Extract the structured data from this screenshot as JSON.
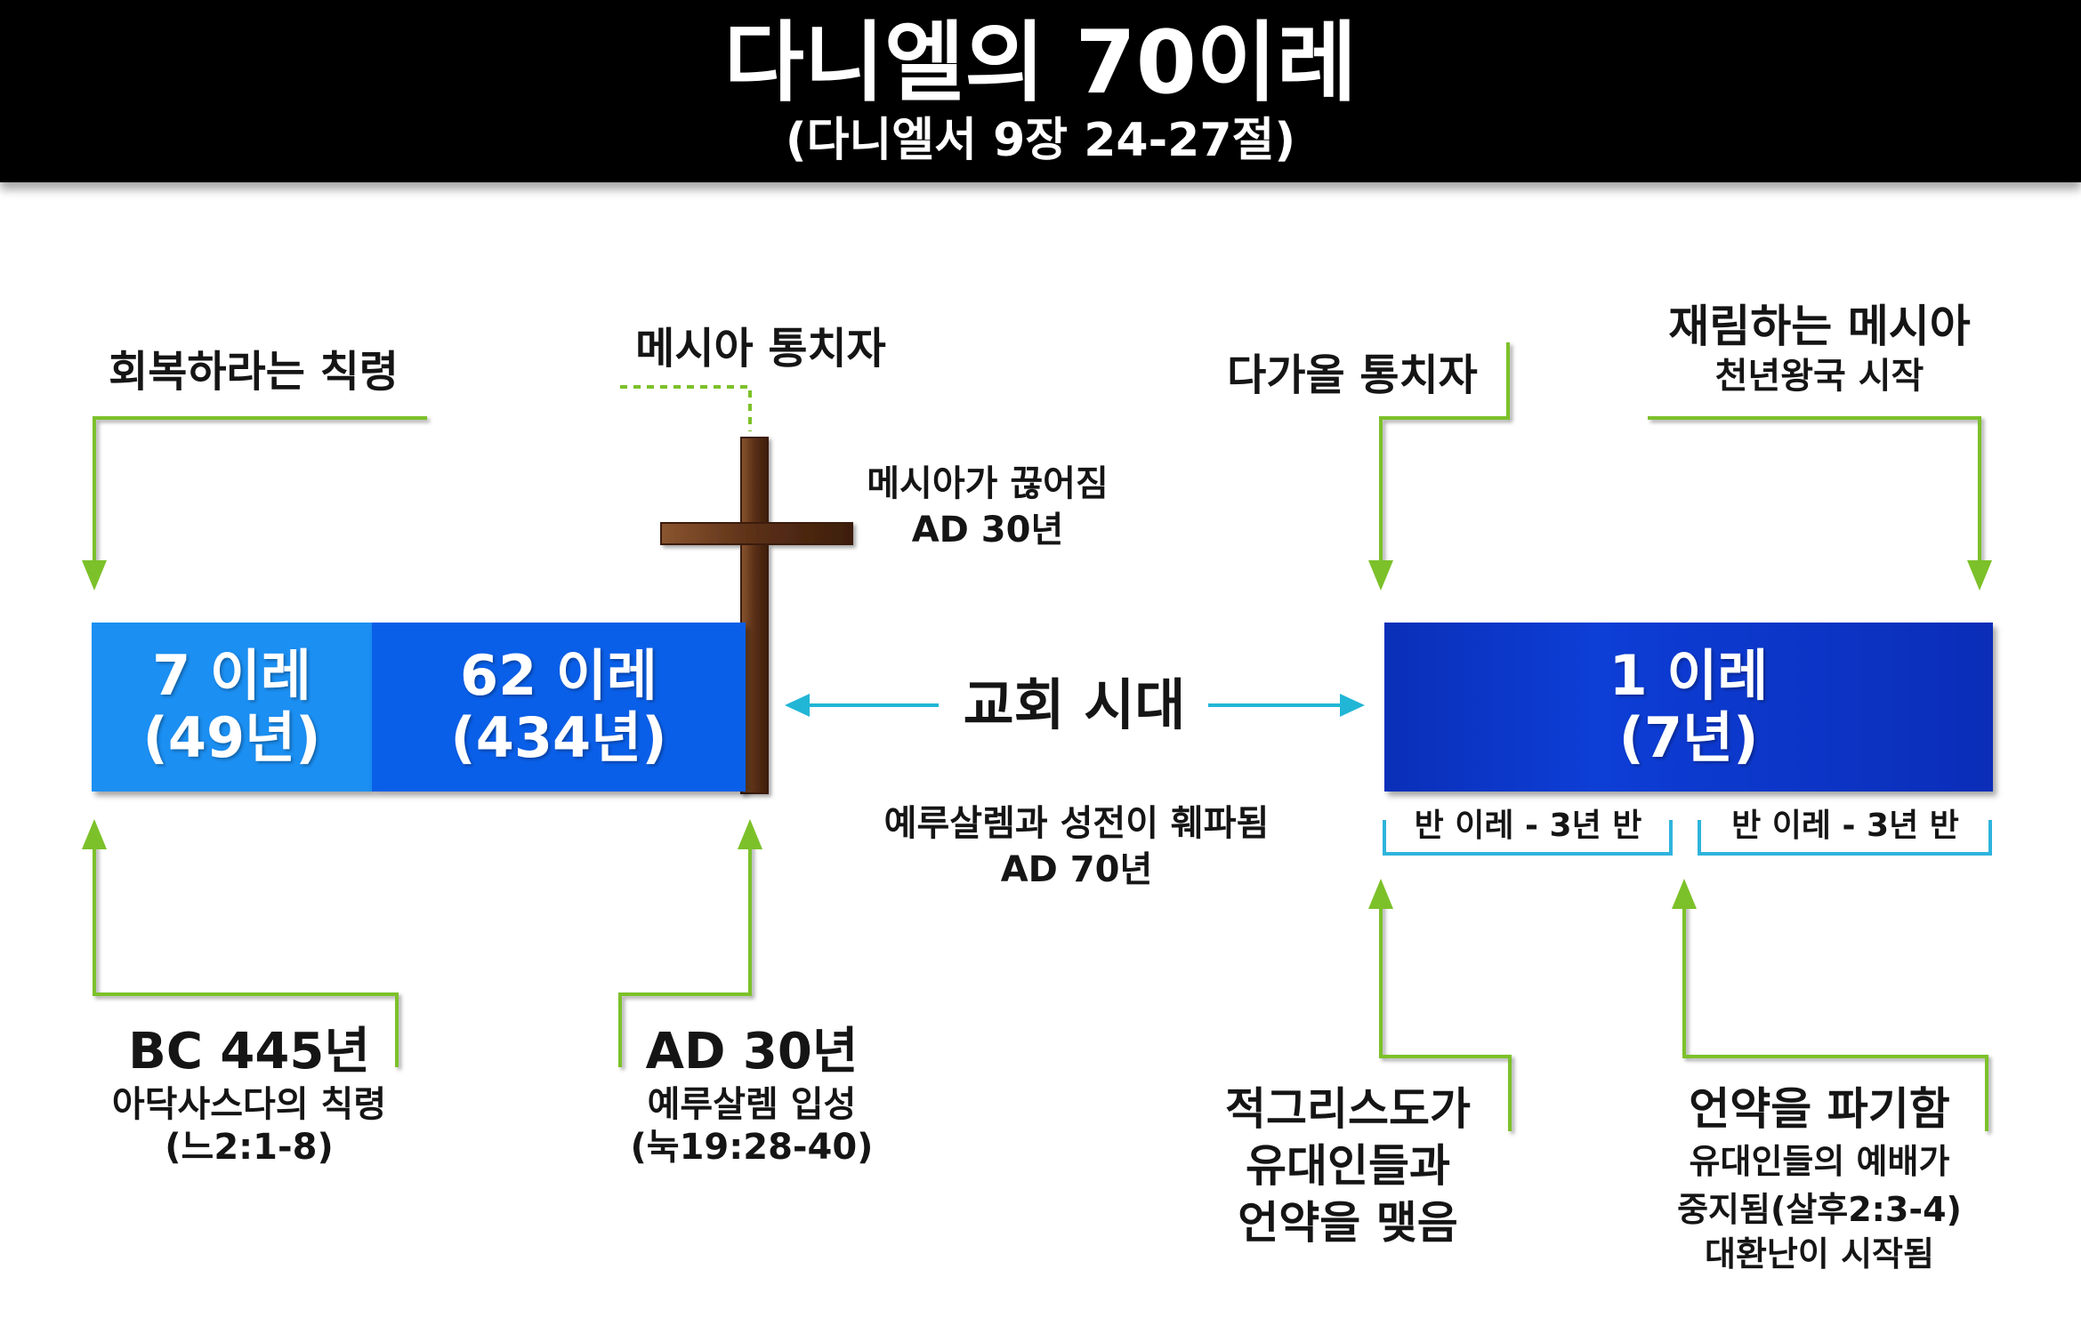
{
  "header": {
    "title": "다니엘의 70이레",
    "subtitle": "(다니엘서 9장 24-27절)"
  },
  "bars": {
    "seven": {
      "line1": "7 이레",
      "line2": "(49년)",
      "color": "#1b8ff2"
    },
    "sixty_two": {
      "line1": "62 이레",
      "line2": "(434년)",
      "color": "#0a5fe8"
    },
    "one": {
      "line1": "1 이레",
      "line2": "(7년)",
      "color": "#0b2db8"
    }
  },
  "middle": {
    "church_age": "교회 시대",
    "destruction_line1": "예루살렘과 성전이 훼파됨",
    "destruction_line2": "AD 70년"
  },
  "half_weeks": {
    "first": "반 이레 - 3년 반",
    "second": "반 이레 - 3년 반"
  },
  "top_labels": {
    "decree": "회복하라는 칙령",
    "messiah_ruler": "메시아 통치자",
    "messiah_cut_off_line1": "메시아가 끊어짐",
    "messiah_cut_off_line2": "AD 30년",
    "coming_ruler": "다가올 통치자",
    "returning_messiah_line1": "재림하는 메시아",
    "returning_messiah_line2": "천년왕국 시작"
  },
  "bottom_labels": {
    "bc445_title": "BC 445년",
    "bc445_line1": "아닥사스다의 칙령",
    "bc445_line2": "(느2:1-8)",
    "ad30_title": "AD 30년",
    "ad30_line1": "예루살렘 입성",
    "ad30_line2": "(눅19:28-40)",
    "antichrist_line1": "적그리스도가",
    "antichrist_line2": "유대인들과",
    "antichrist_line3": "언약을 맺음",
    "covenant_title": "언약을 파기함",
    "covenant_line1": "유대인들의 예배가",
    "covenant_line2": "중지됨(살후2:3-4)",
    "covenant_line3": "대환난이 시작됨"
  },
  "colors": {
    "arrow_green": "#7cc12a",
    "arrow_cyan": "#22b6d6",
    "cross_brown": "#6a3b20",
    "bracket_cyan": "#2fb4dc"
  }
}
